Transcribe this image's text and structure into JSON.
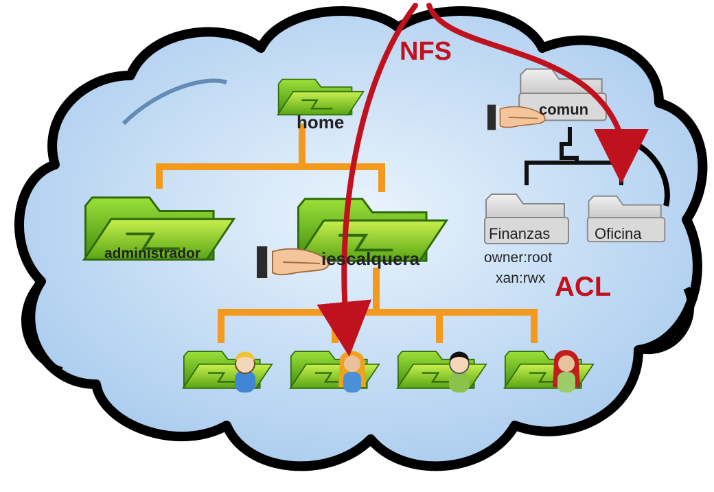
{
  "labels": {
    "nfs": "NFS",
    "acl": "ACL",
    "home": "home",
    "administrador": "administrador",
    "iescalquera": "iescalquera",
    "comun": "comun",
    "finanzas": "Finanzas",
    "oficina": "Oficina",
    "owner_line1": "owner:root",
    "owner_line2": "xan:rwx"
  },
  "colors": {
    "sky_fill": "#cfe4f7",
    "cloud_outline": "#000000",
    "connector": "#f39a1e",
    "arrow": "#c0121e",
    "folder_green": "#6fbf21",
    "folder_gray": "#cfcfcf"
  },
  "icons": [
    "folder-icon",
    "hand-icon",
    "user-icon"
  ]
}
